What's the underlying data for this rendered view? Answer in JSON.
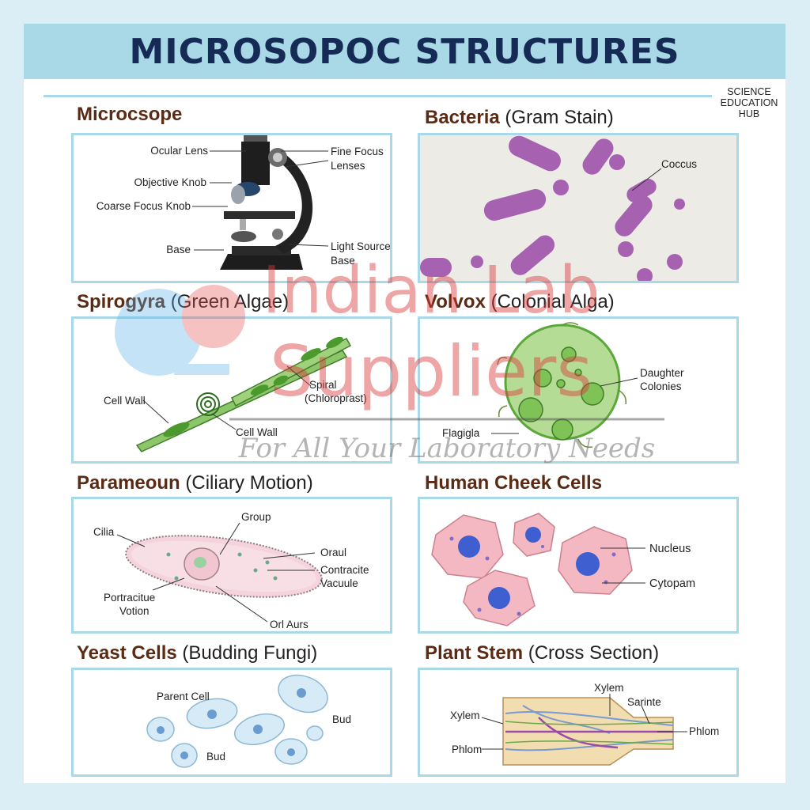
{
  "header": {
    "title": "MICROSOPOC STRUCTURES",
    "badge": [
      "SCIENCE",
      "EDUCATION",
      "HUB"
    ]
  },
  "panels": {
    "microscope": {
      "name": "Microcsope",
      "labels": [
        "Ocular Lens",
        "Objective Knob",
        "Coarse Focus Knob",
        "Base",
        "Fine Focus",
        "Lenses",
        "Light Source",
        "Base"
      ]
    },
    "bacteria": {
      "name": "Bacteria",
      "sub": "(Gram Stain)",
      "labels": [
        "Coccus"
      ]
    },
    "spirogyra": {
      "name": "Spirogyra",
      "sub": "(Green Algae)",
      "labels": [
        "Cell Wall",
        "Cell Wall",
        "Spiral",
        "(Chloroprast)"
      ]
    },
    "volvox": {
      "name": "Volvox",
      "sub": "(Colonial Alga)",
      "labels": [
        "Daughter",
        "Colonies",
        "Flagigla"
      ]
    },
    "paramecium": {
      "name": "Parameoun",
      "sub": "(Ciliary Motion)",
      "labels": [
        "Cilia",
        "Group",
        "Oraul",
        "Contracite",
        "Vacuule",
        "Portracitue",
        "Votion",
        "Orl Aurs"
      ]
    },
    "cheek": {
      "name": "Human Cheek Cells",
      "labels": [
        "Nucleus",
        "Cytopam"
      ]
    },
    "yeast": {
      "name": "Yeast Cells",
      "sub": "(Budding Fungi)",
      "labels": [
        "Parent Cell",
        "Bud",
        "Bud"
      ]
    },
    "stem": {
      "name": "Plant Stem",
      "sub": "(Cross Section)",
      "labels": [
        "Xylem",
        "Sarinte",
        "Xylem",
        "Phlom",
        "Phlom"
      ]
    }
  },
  "watermark": {
    "line1": "Indian Lab",
    "line2": "Suppliers",
    "tagline": "For All Your Laboratory Needs"
  },
  "colors": {
    "banner": "#a9d9e6",
    "title_text": "#152a55",
    "panel_title": "#5a2a14",
    "panel_border": "#a9d9e6",
    "watermark": "#d93a3a",
    "bacteria_stain": "#8e3d9e",
    "algae_green": "#5aa83a",
    "cheek_pink": "#f0a9b4",
    "nucleus_blue": "#3f5fd0"
  }
}
